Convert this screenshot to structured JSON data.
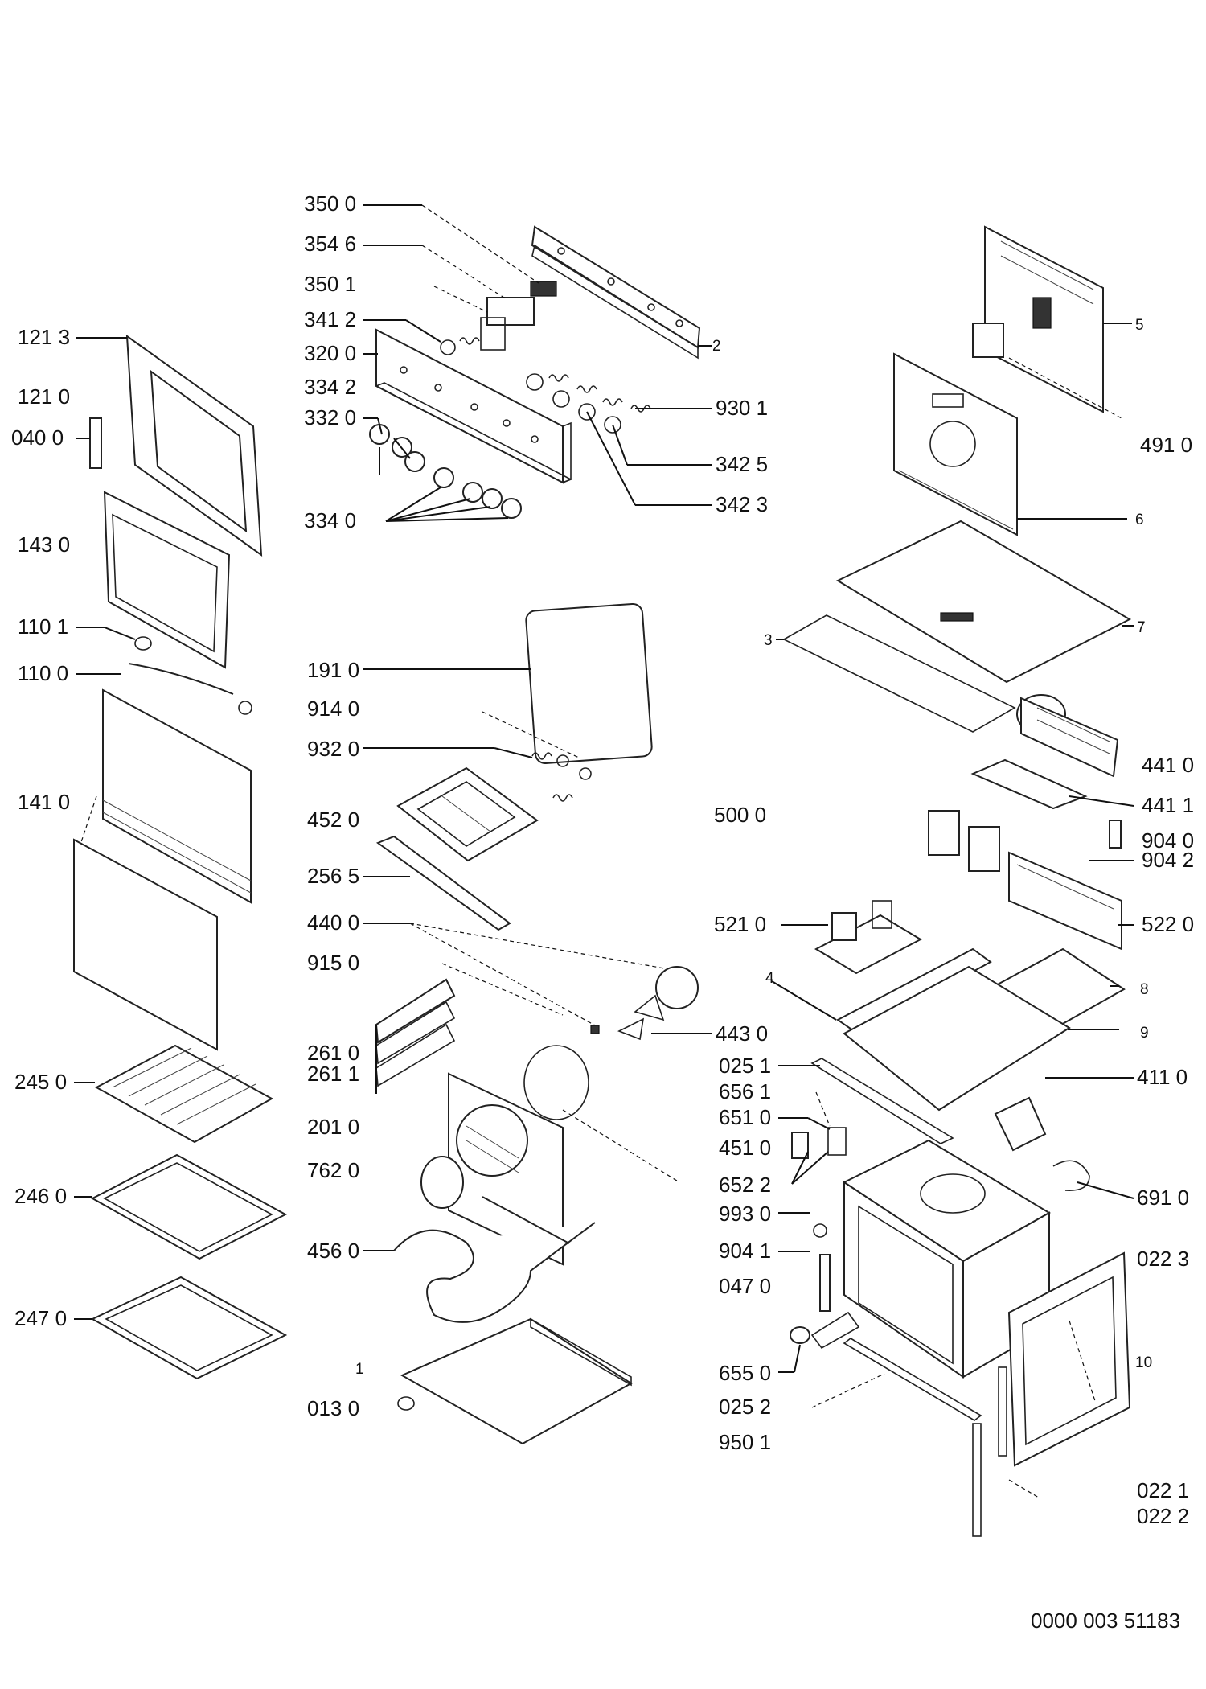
{
  "labels": {
    "l3500": "350 0",
    "l3546": "354 6",
    "l3501": "350 1",
    "l3412": "341 2",
    "l3200": "320 0",
    "l3342": "334 2",
    "l3320": "332 0",
    "l3340": "334 0",
    "l2": "2",
    "l9301": "930 1",
    "l3425": "342 5",
    "l3423": "342 3",
    "l1213": "121 3",
    "l1210": "121 0",
    "l0400": "040 0",
    "l1430": "143 0",
    "l1101": "110 1",
    "l1100": "110 0",
    "l1410": "141 0",
    "l2450": "245 0",
    "l2460": "246 0",
    "l2470": "247 0",
    "l5": "5",
    "l4910": "491 0",
    "l6": "6",
    "l7": "7",
    "l3": "3",
    "l1910": "191 0",
    "l9140": "914 0",
    "l9320": "932 0",
    "l4520": "452 0",
    "l2565": "256 5",
    "l4400": "440 0",
    "l9150": "915 0",
    "l2610": "261 0",
    "l2611": "261 1",
    "l2010": "201 0",
    "l7620": "762 0",
    "l4560": "456 0",
    "l1": "1",
    "l0130": "013 0",
    "l4410": "441 0",
    "l4411": "441 1",
    "l5000": "500 0",
    "l9040": "904 0",
    "l9042": "904 2",
    "l5220": "522 0",
    "l5210": "521 0",
    "l4": "4",
    "l8": "8",
    "l9": "9",
    "l4430": "443 0",
    "l0251": "025 1",
    "l6561": "656 1",
    "l6510": "651 0",
    "l4510": "451 0",
    "l4110": "411 0",
    "l6522": "652 2",
    "l9930": "993 0",
    "l9041": "904 1",
    "l0470": "047 0",
    "l6910": "691 0",
    "l0223": "022 3",
    "l10": "10",
    "l6550": "655 0",
    "l0252": "025 2",
    "l9501": "950 1",
    "l0221": "022 1",
    "l0222": "022 2",
    "doc_number": "0000 003 51183"
  }
}
